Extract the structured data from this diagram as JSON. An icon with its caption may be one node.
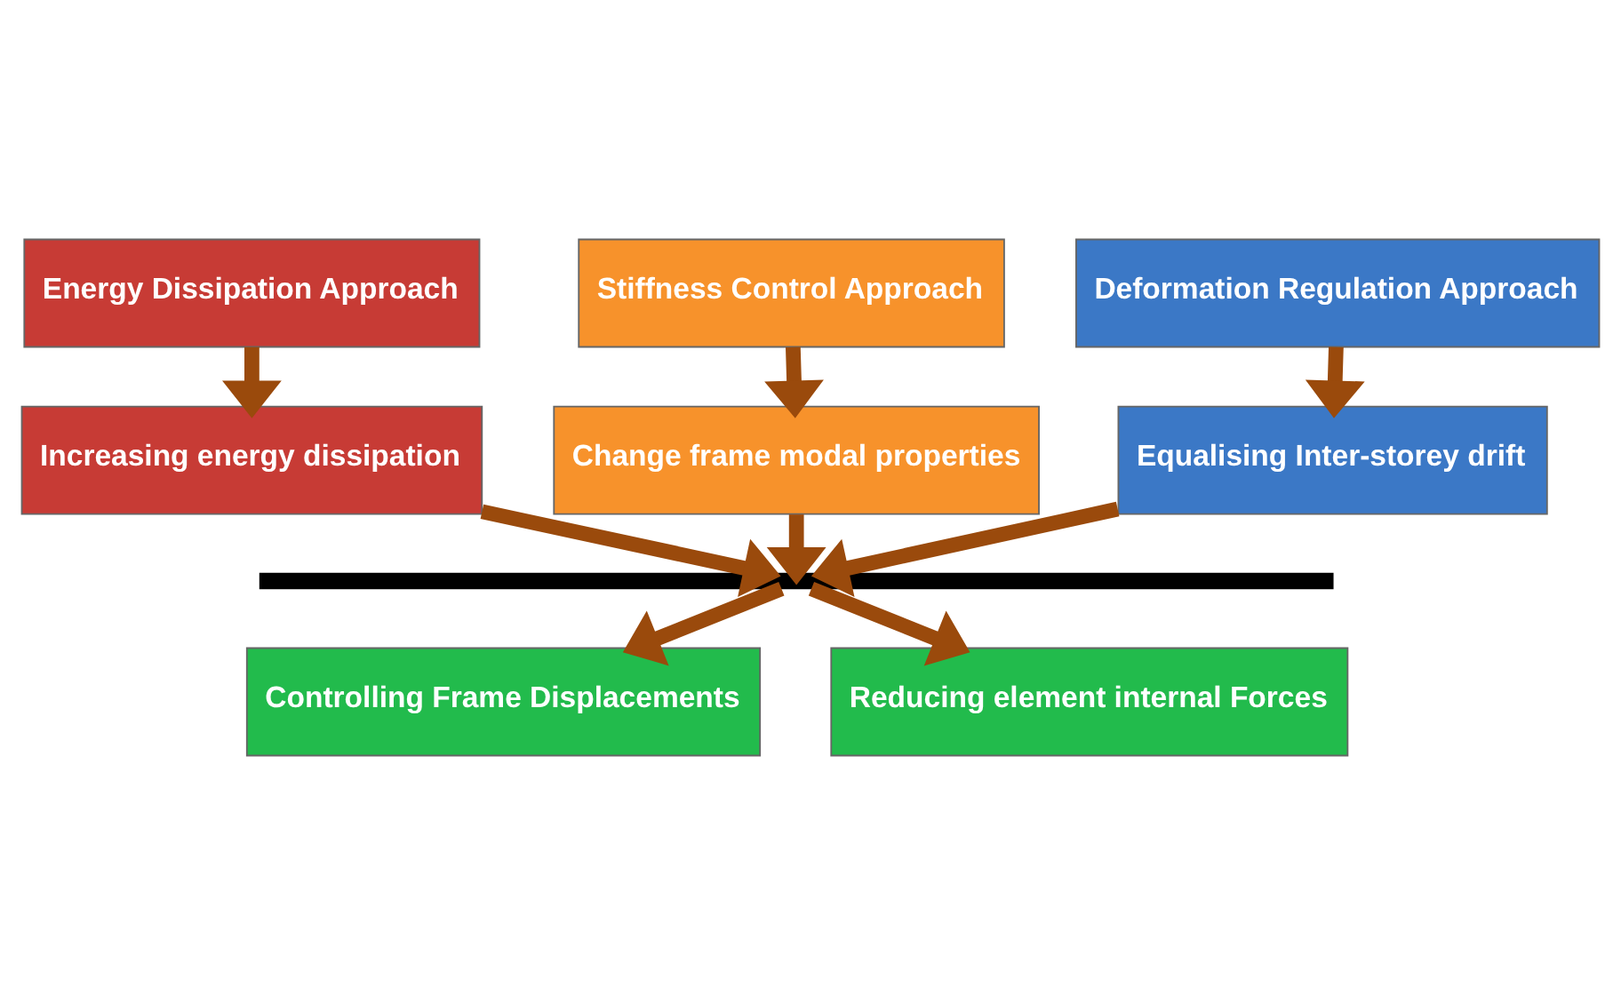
{
  "diagram": {
    "nodes": [
      {
        "text": [
          "Energy Dissipation Approach"
        ]
      },
      {
        "text": [
          "Stiffness Control Approach"
        ]
      },
      {
        "text": [
          "Deformation Regulation Approach"
        ]
      },
      {
        "text": [
          "Increasing energy dissipation"
        ]
      },
      {
        "text": [
          "Change frame modal properties"
        ]
      },
      {
        "text": [
          "Equalising Inter-storey drift"
        ]
      },
      {
        "text": [],
        "shape": "bar"
      },
      {
        "text": [
          "Controlling Frame Displacements"
        ]
      },
      {
        "text": [
          "Reducing element internal Forces"
        ]
      }
    ],
    "edges": [
      {
        "from": 0,
        "to": 3,
        "arrow": "to"
      },
      {
        "from": 1,
        "to": 4,
        "arrow": "to"
      },
      {
        "from": 2,
        "to": 5,
        "arrow": "to"
      },
      {
        "from": 3,
        "to": 6,
        "arrow": "to"
      },
      {
        "from": 4,
        "to": 6,
        "arrow": "to"
      },
      {
        "from": 5,
        "to": 6,
        "arrow": "to"
      },
      {
        "from": 6,
        "to": 7,
        "arrow": "to"
      },
      {
        "from": 6,
        "to": 8,
        "arrow": "to"
      }
    ]
  }
}
